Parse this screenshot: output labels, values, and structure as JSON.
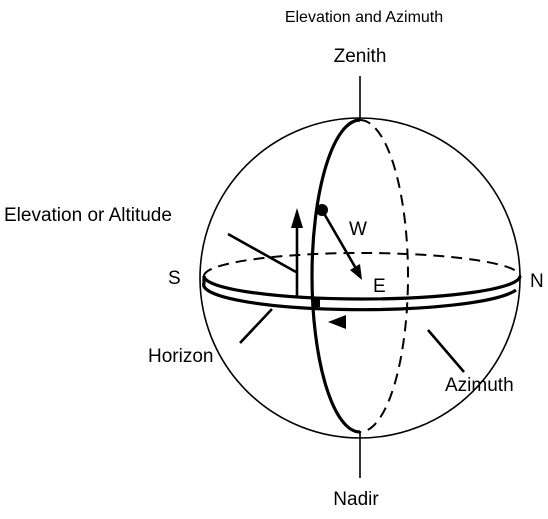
{
  "title": "Elevation and Azimuth",
  "labels": {
    "zenith": "Zenith",
    "nadir": "Nadir",
    "south": "S",
    "north": "N",
    "west": "W",
    "east": "E",
    "elevation": "Elevation or Altitude",
    "horizon": "Horizon",
    "azimuth": "Azimuth"
  }
}
